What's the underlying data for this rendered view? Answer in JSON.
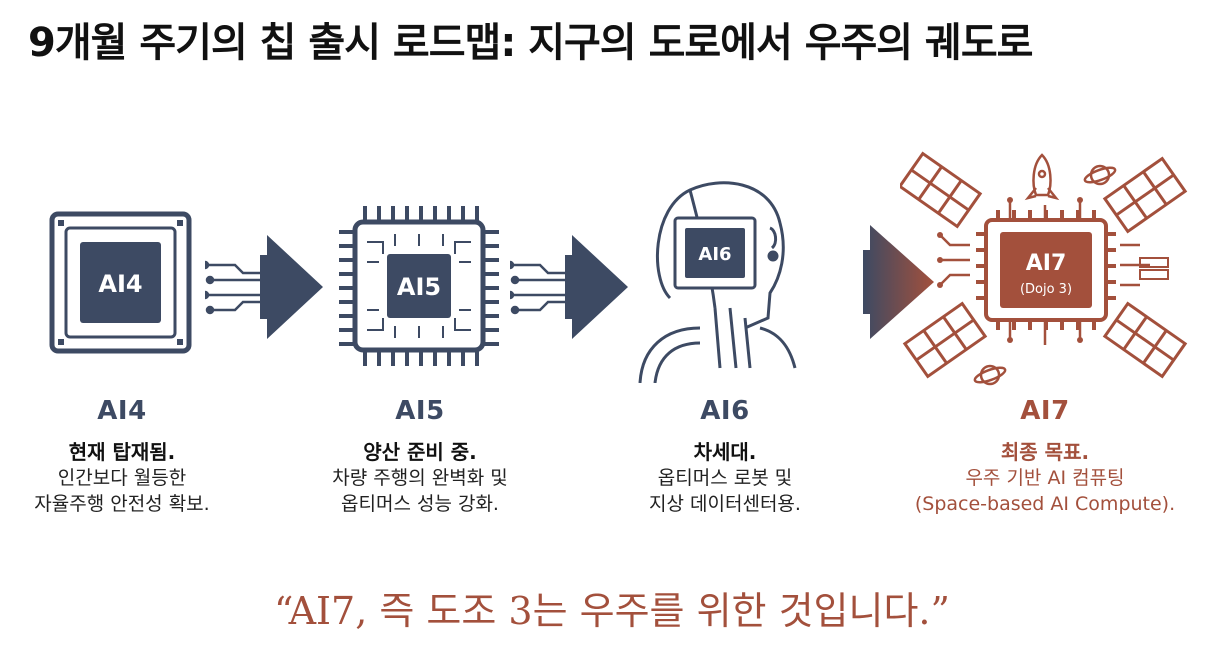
{
  "title": "9개월 주기의 칩 출시 로드맵: 지구의 도로에서 우주의 궤도로",
  "stages": [
    {
      "chip_label": "AI4",
      "name": "AI4",
      "headline": "현재 탑재됨.",
      "desc_line1": "인간보다 월등한",
      "desc_line2": "자율주행 안전성 확보."
    },
    {
      "chip_label": "AI5",
      "name": "AI5",
      "headline": "양산 준비 중.",
      "desc_line1": "차량 주행의 완벽화 및",
      "desc_line2": "옵티머스 성능 강화."
    },
    {
      "chip_label": "AI6",
      "name": "AI6",
      "headline": "차세대.",
      "desc_line1": "옵티머스 로봇 및",
      "desc_line2": "지상 데이터센터용."
    },
    {
      "chip_label": "AI7",
      "chip_sublabel": "(Dojo 3)",
      "name": "AI7",
      "headline": "최종 목표.",
      "desc_line1": "우주 기반 AI 컴퓨팅",
      "desc_line2": "(Space-based AI Compute)."
    }
  ],
  "quote": "“AI7, 즉 도조 3는 우주를 위한 것입니다.”",
  "colors": {
    "slate": "#3d4a63",
    "rust": "#a3503c",
    "text": "#111111"
  },
  "icons": [
    "chip-icon",
    "arrow-right-icon",
    "robot-head-icon",
    "satellite-icon",
    "rocket-icon",
    "planet-icon",
    "server-icon"
  ]
}
